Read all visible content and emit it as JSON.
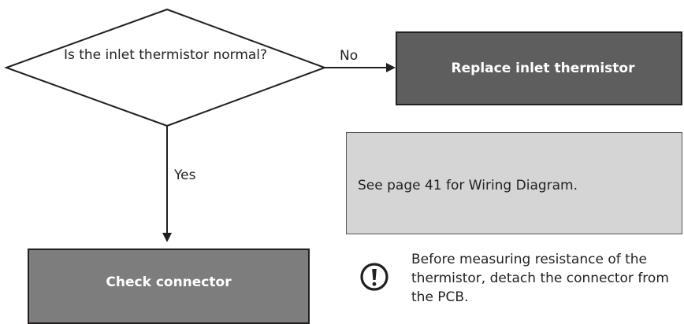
{
  "decision": {
    "question": "Is the inlet thermistor normal?",
    "no_label": "No",
    "yes_label": "Yes"
  },
  "actions": {
    "replace": "Replace inlet thermistor",
    "check": "Check connector"
  },
  "note": {
    "text": "See page 41 for Wiring Diagram."
  },
  "warning": {
    "icon": "exclamation-icon",
    "text": "Before measuring resistance of the thermistor, detach the connector from the PCB."
  },
  "colors": {
    "dark_box": "#5e5e5e",
    "mid_box": "#7d7d7d",
    "note_box": "#d5d5d5",
    "line": "#231f20"
  }
}
